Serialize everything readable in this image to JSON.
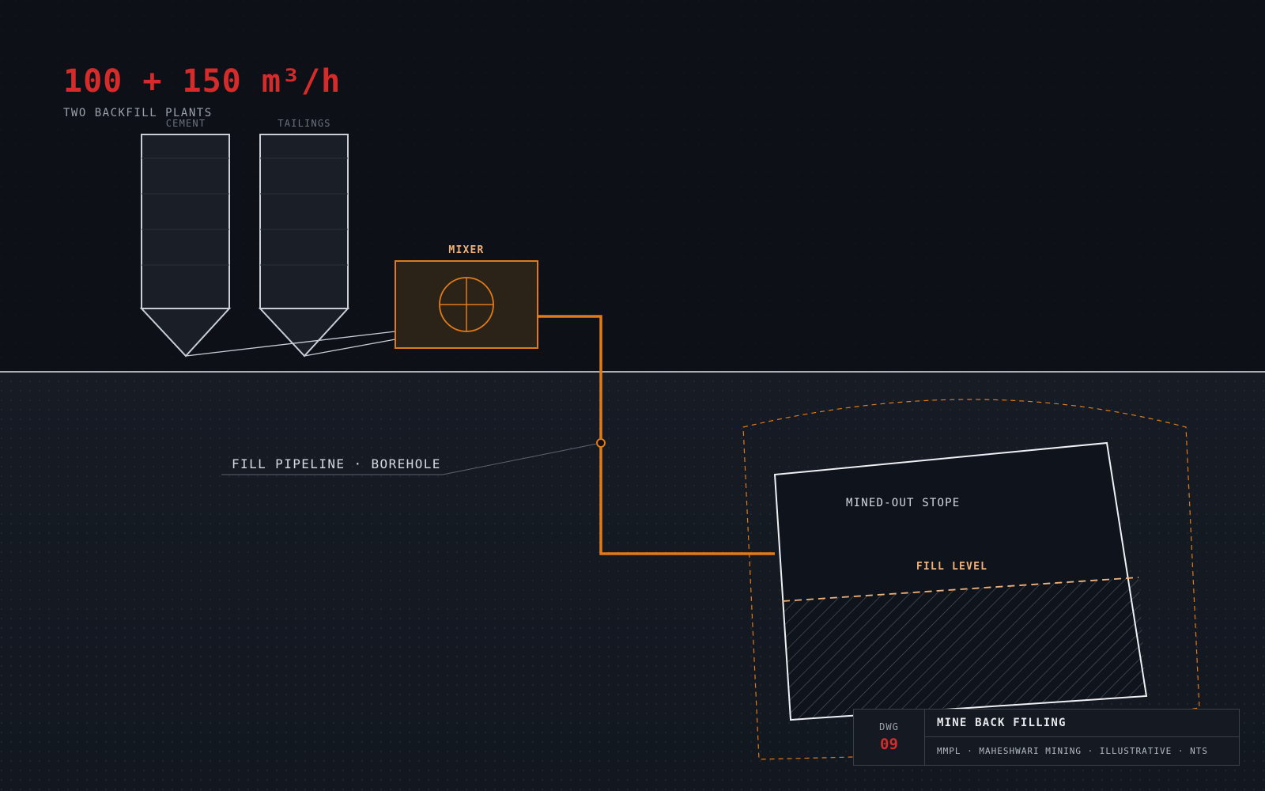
{
  "header": {
    "headline": "100 + 150 m³/h",
    "subhead": "TWO BACKFILL PLANTS"
  },
  "silos": {
    "cement_label": "CEMENT",
    "tailings_label": "TAILINGS"
  },
  "mixer": {
    "label": "MIXER"
  },
  "pipeline": {
    "label": "FILL PIPELINE · BOREHOLE"
  },
  "stope": {
    "label": "MINED-OUT STOPE",
    "fill_level_label": "FILL LEVEL"
  },
  "title_block": {
    "dwg_label": "DWG",
    "dwg_number": "09",
    "title": "MINE BACK FILLING",
    "meta": "MMPL · MAHESHWARI MINING · ILLUSTRATIVE · NTS"
  },
  "colors": {
    "background_surface": "#0d1117",
    "background_underground": "#151a23",
    "accent_orange": "#e07b1a",
    "accent_red": "#d62b2b",
    "line_white": "#dfe3e8"
  }
}
